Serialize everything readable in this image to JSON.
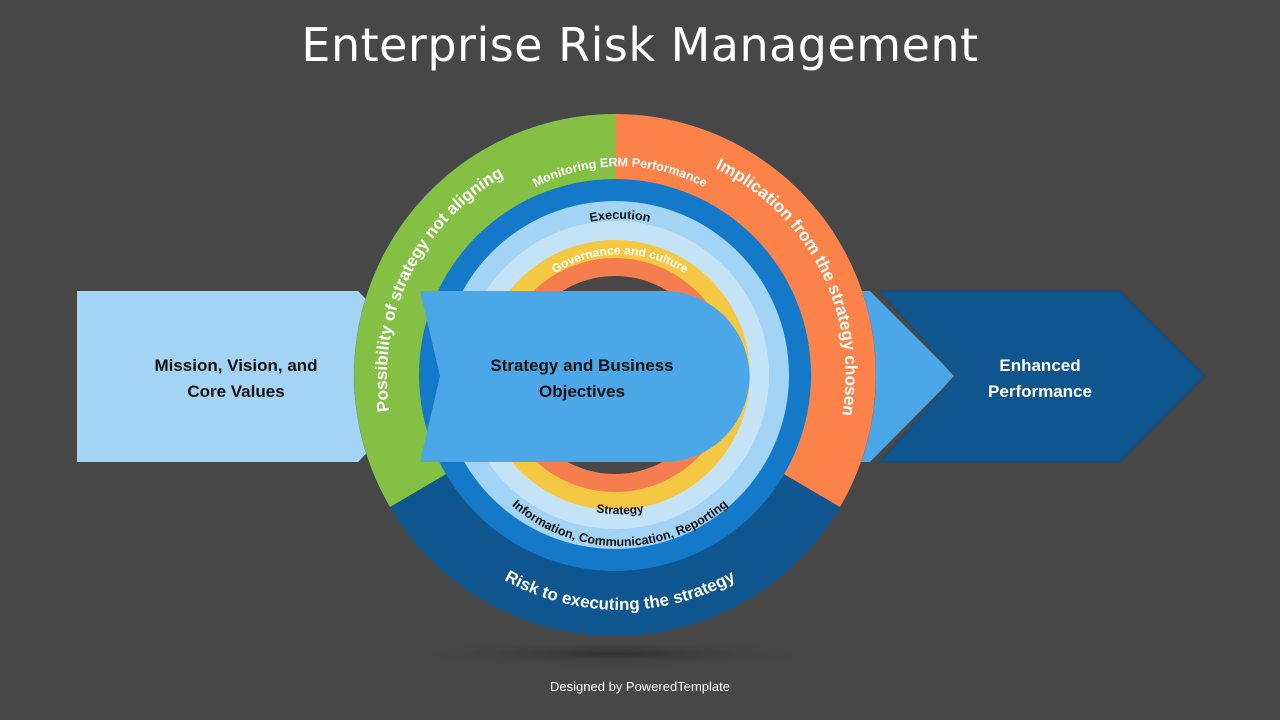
{
  "title": "Enterprise Risk Management",
  "footer": "Designed by PoweredTemplate",
  "colors": {
    "background": "#474747",
    "light_blue": "#a3d3f5",
    "mid_blue": "#4ca7e8",
    "dark_blue": "#0f568f",
    "ring_blue": "#1479c9",
    "pale_blue": "#b9dcf5",
    "green": "#84c043",
    "orange": "#fb834a",
    "yellow": "#f5c843",
    "coral": "#f57e4f"
  },
  "boxes": {
    "mission_line1": "Mission, Vision, and",
    "mission_line2": "Core Values",
    "strategy_line1": "Strategy and Business",
    "strategy_line2": "Objectives",
    "performance_line1": "Enhanced",
    "performance_line2": "Performance"
  },
  "outer_ring": {
    "left": "Possibility of strategy not aligning",
    "right": "Implication from the strategy chosen",
    "bottom": "Risk to executing the strategy"
  },
  "inner_rings": {
    "monitoring": "Monitoring ERM Performance",
    "information": "Information, Communication, Reporting",
    "execution": "Execution",
    "governance": "Governance and culture",
    "strategy": "Strategy"
  }
}
